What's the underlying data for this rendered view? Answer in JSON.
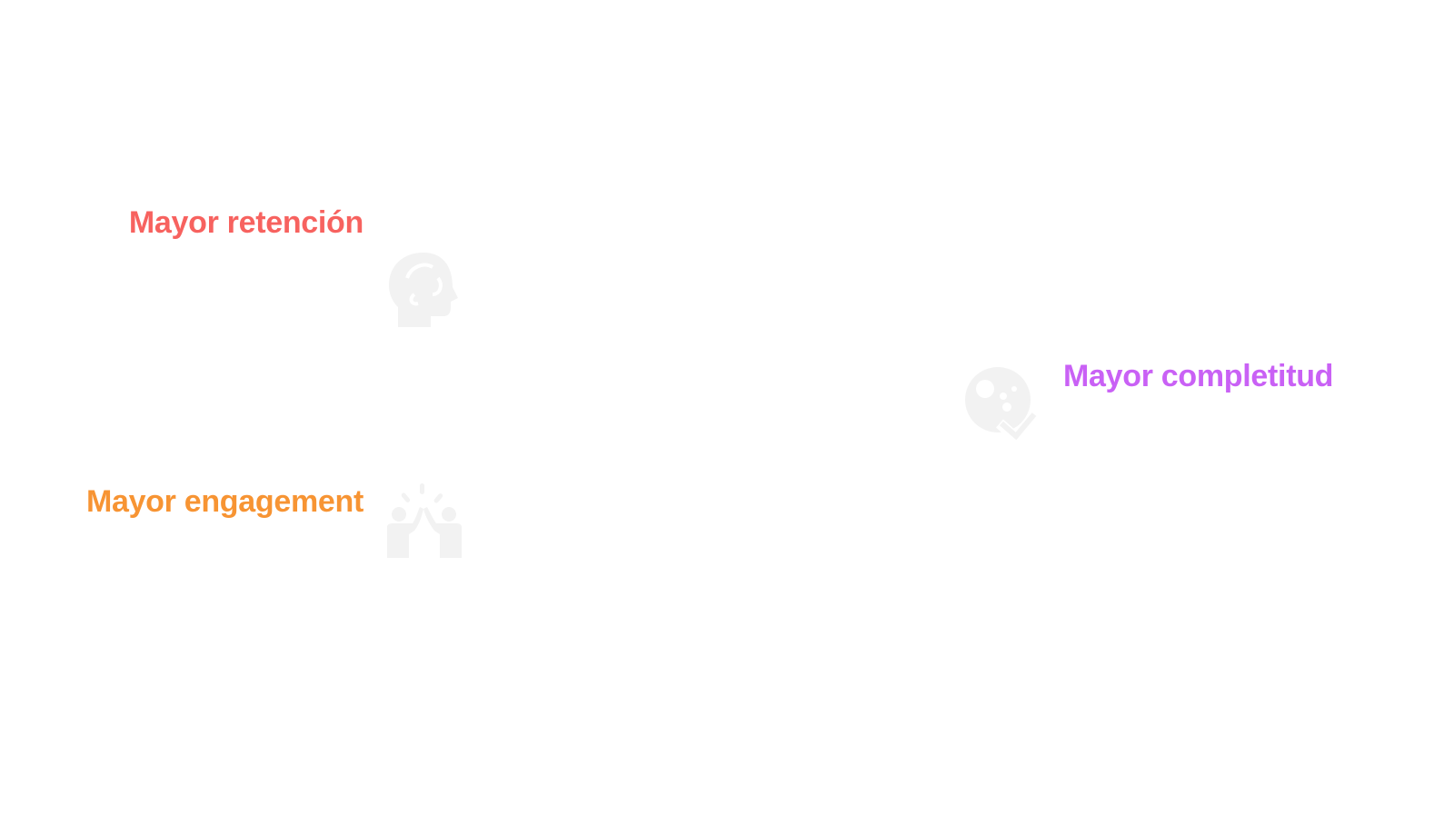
{
  "benefits": [
    {
      "label": "Mayor retención",
      "color": "#f7625f",
      "icon": "head-cycle-icon"
    },
    {
      "label": "Mayor engagement",
      "color": "#f79433",
      "icon": "high-five-icon"
    },
    {
      "label": "Mayor completitud",
      "color": "#c961f5",
      "icon": "moon-check-icon"
    }
  ],
  "icon_color": "#f2f2f2"
}
